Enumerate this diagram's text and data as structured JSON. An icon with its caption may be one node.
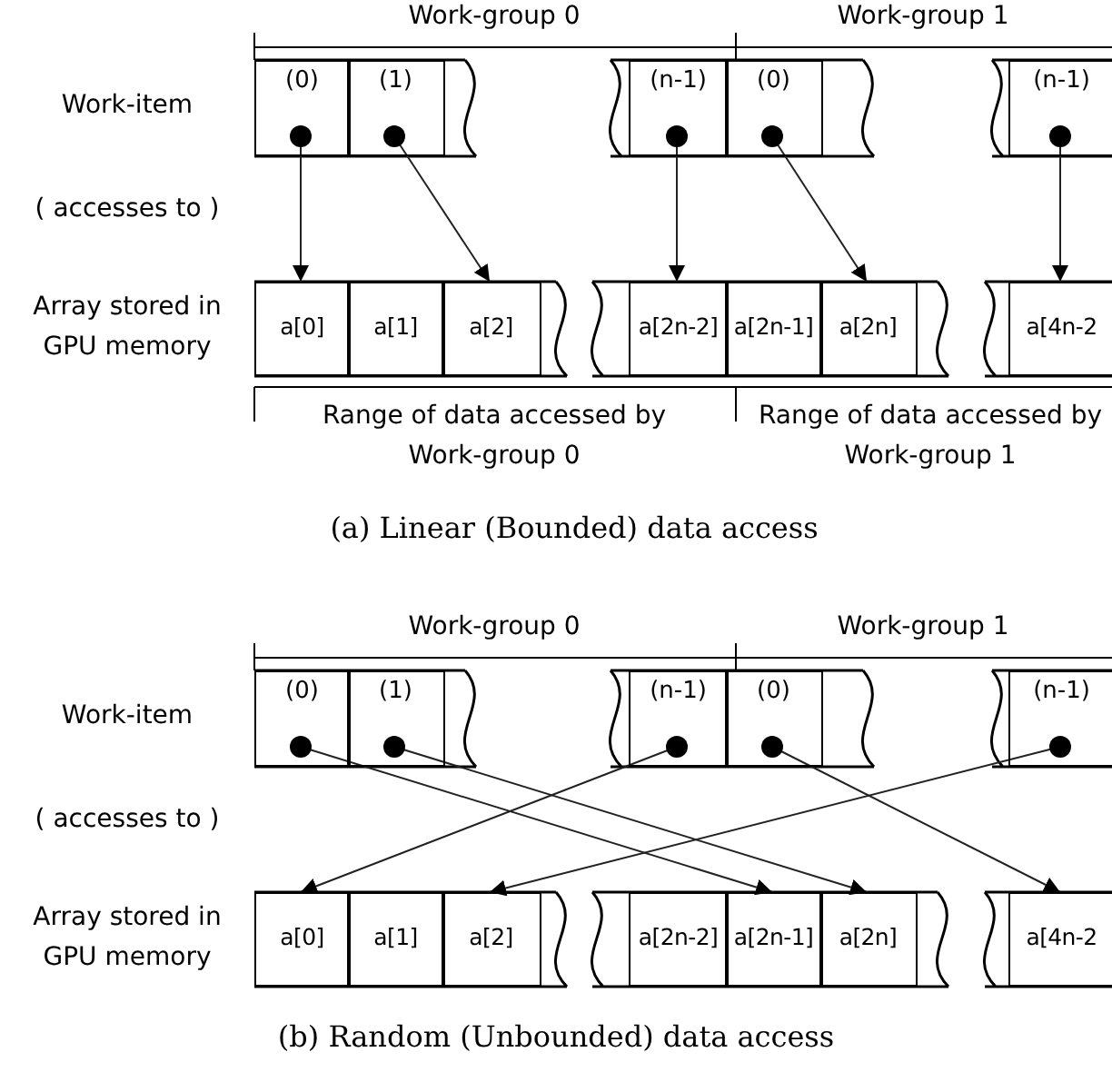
{
  "diagram": {
    "nodes": [
      {
        "text": [
          "(0)"
        ]
      },
      {
        "text": [
          "(1)"
        ]
      },
      {
        "text": [
          "(n-1)"
        ]
      },
      {
        "text": [
          "(0)"
        ]
      },
      {
        "text": [
          "(n-1)"
        ]
      },
      {
        "text": [
          "a[0]"
        ]
      },
      {
        "text": [
          "a[1]"
        ]
      },
      {
        "text": [
          "a[2]"
        ]
      },
      {
        "text": [
          "a[2n-2]"
        ]
      },
      {
        "text": [
          "a[2n-1]"
        ]
      },
      {
        "text": [
          "a[2n]"
        ]
      },
      {
        "text": [
          "a[4n-2"
        ]
      },
      {
        "text": [
          "(0)"
        ]
      },
      {
        "text": [
          "(1)"
        ]
      },
      {
        "text": [
          "(n-1)"
        ]
      },
      {
        "text": [
          "(0)"
        ]
      },
      {
        "text": [
          "(n-1)"
        ]
      },
      {
        "text": [
          "a[0]"
        ]
      },
      {
        "text": [
          "a[1]"
        ]
      },
      {
        "text": [
          "a[2]"
        ]
      },
      {
        "text": [
          "a[2n-2]"
        ]
      },
      {
        "text": [
          "a[2n-1]"
        ]
      },
      {
        "text": [
          "a[2n]"
        ]
      },
      {
        "text": [
          "a[4n-2"
        ]
      }
    ],
    "edges": [
      {
        "from": 0,
        "to": 5,
        "arrow": "to"
      },
      {
        "from": 1,
        "to": 7,
        "arrow": "to"
      },
      {
        "from": 2,
        "to": 8,
        "arrow": "to"
      },
      {
        "from": 3,
        "to": 10,
        "arrow": "to"
      },
      {
        "from": 4,
        "to": 11,
        "arrow": "to"
      },
      {
        "from": 12,
        "to": 21,
        "arrow": "to"
      },
      {
        "from": 13,
        "to": 22,
        "arrow": "to"
      },
      {
        "from": 14,
        "to": 17,
        "arrow": "to"
      },
      {
        "from": 15,
        "to": 23,
        "arrow": "to"
      },
      {
        "from": 16,
        "to": 19,
        "arrow": "to"
      }
    ],
    "labels": [
      "Work-group 0",
      "Work-group 1",
      "Work-item",
      "( accesses to )",
      "Array stored in GPU memory",
      "Range of data accessed by Work-group 0",
      "Range of data accessed by Work-group 1",
      "(a) Linear (Bounded) data access",
      "Work-group 0",
      "Work-group 1",
      "Work-item",
      "( accesses to )",
      "Array stored in GPU memory",
      "(b) Random (Unbounded) data access"
    ]
  }
}
